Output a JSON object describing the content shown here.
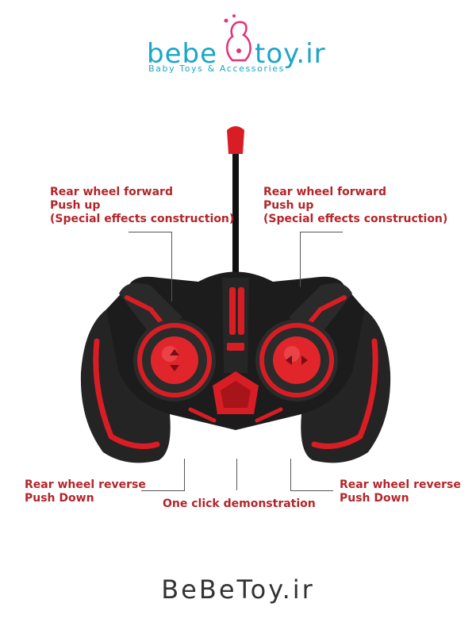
{
  "logo": {
    "brand_left": "bebe",
    "brand_right": "toy.ir",
    "tagline": "Baby Toys & Accessories"
  },
  "labels": {
    "top_left": [
      "Rear wheel forward",
      "Push up",
      "(Special effects construction)"
    ],
    "top_right": [
      "Rear wheel forward",
      "Push up",
      "(Special effects construction)"
    ],
    "bottom_left": [
      "Rear wheel reverse",
      "Push Down"
    ],
    "bottom_center": "One click demonstration",
    "bottom_right": [
      "Rear wheel reverse",
      "Push Down"
    ]
  },
  "footer": "BeBeToy.ir",
  "colors": {
    "accent": "#b3252a",
    "brand": "#1aa6c9",
    "body": "#1b1b1b"
  }
}
